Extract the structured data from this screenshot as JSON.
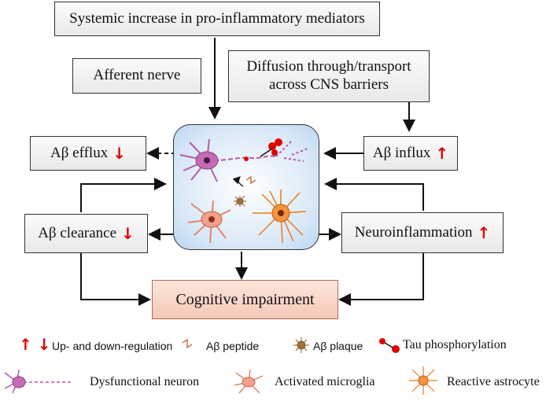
{
  "boxes": {
    "systemic": "Systemic increase in pro-inflammatory mediators",
    "afferent": "Afferent nerve",
    "diffusion_line1": "Diffusion through/transport",
    "diffusion_line2": "across CNS barriers",
    "efflux": "Aβ efflux",
    "influx": "Aβ influx",
    "clearance": "Aβ clearance",
    "neuroinflammation": "Neuroinflammation",
    "cognitive": "Cognitive impairment"
  },
  "arrows": {
    "up": "↑",
    "down": "↓"
  },
  "legend": {
    "updown": "Up- and down-regulation",
    "peptide": "Aβ peptide",
    "plaque": "Aβ plaque",
    "tau": "Tau phosphorylation",
    "neuron": "Dysfunctional neuron",
    "microglia": "Activated microglia",
    "astrocyte": "Reactive  astrocyte"
  },
  "colors": {
    "regulation_arrow": "#e00000",
    "neuron": "#b45aa8",
    "microglia": "#e8846c",
    "astrocyte": "#ee7a1a",
    "cognitive_fill": "#f8d3c5"
  }
}
